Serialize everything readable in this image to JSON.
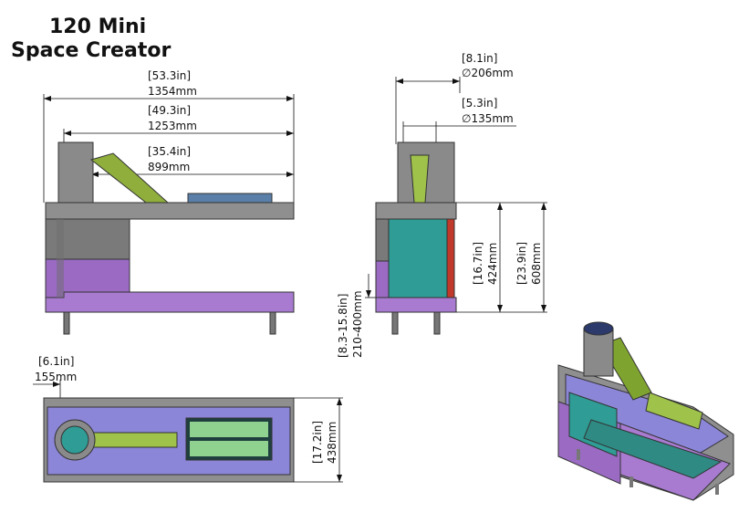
{
  "title": {
    "line1": "120 Mini",
    "line2": "Space Creator"
  },
  "colors": {
    "steel": "#8f8f8f",
    "steel_dark": "#6e6e6e",
    "purple": "#9b6bc4",
    "violet": "#7d6fd8",
    "teal": "#2f9c95",
    "green": "#9fc24a",
    "olive": "#7fa32f",
    "red": "#c0392b",
    "leg": "#777777",
    "lavender": "#8c86d8"
  },
  "front_view": {
    "dim_overall_in": "[53.3in]",
    "dim_overall_mm": "1354mm",
    "dim_body_in": "[49.3in]",
    "dim_body_mm": "1253mm",
    "dim_chute_in": "[35.4in]",
    "dim_chute_mm": "899mm"
  },
  "side_view": {
    "dim_outer_in": "[8.1in]",
    "dim_outer_mm": "∅206mm",
    "dim_inner_in": "[5.3in]",
    "dim_inner_mm": "∅135mm",
    "dim_opening_in": "[16.7in]",
    "dim_opening_mm": "424mm",
    "dim_height_in": "[23.9in]",
    "dim_height_mm": "608mm",
    "dim_legs_in": "[8.3-15.8in]",
    "dim_legs_mm": "210-400mm"
  },
  "top_view": {
    "dim_flue_in": "[6.1in]",
    "dim_flue_mm": "155mm",
    "dim_depth_in": "[17.2in]",
    "dim_depth_mm": "438mm"
  }
}
